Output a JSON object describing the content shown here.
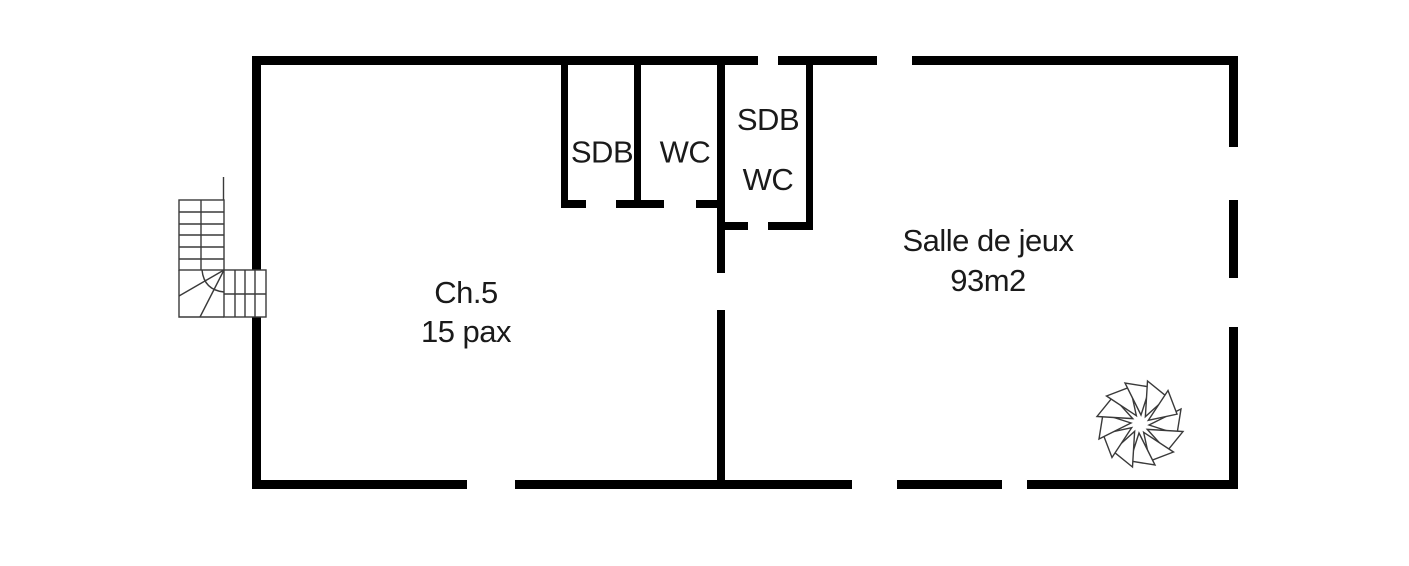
{
  "plan": {
    "rooms": {
      "bathroom_1": {
        "label": "SDB"
      },
      "wc_1": {
        "label": "WC"
      },
      "bathroom_2": {
        "label_line1": "SDB",
        "label_line2": "WC"
      },
      "bedroom": {
        "name": "Ch.5",
        "capacity": "15 pax"
      },
      "playroom": {
        "name": "Salle de jeux",
        "area": "93m2"
      }
    },
    "icons": {
      "corner_staircase": "l-shaped-staircase-icon",
      "spiral_staircase": "spiral-staircase-icon"
    },
    "colors": {
      "wall": "#000000",
      "stair_line": "#3a3a3a",
      "text": "#1a1a1a",
      "background": "#ffffff"
    }
  }
}
